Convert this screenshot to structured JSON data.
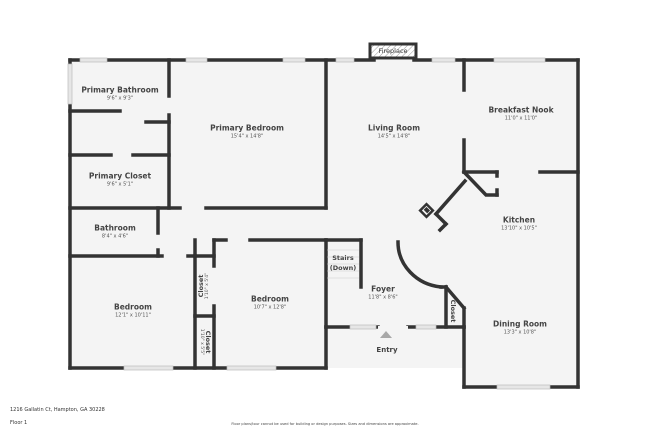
{
  "plan": {
    "floor_label": "Floor 1",
    "address": "1216 Gallatin Ct, Hampton, GA 30228",
    "disclaimer": "Floor plans/tour cannot be used for building or design purposes. Sizes and dimensions are approximate.",
    "colors": {
      "wall": "#333333",
      "floor": "#f4f4f4",
      "window": "#e6e6e6",
      "text": "#444444",
      "arrow": "#a8a8a8"
    }
  },
  "rooms": {
    "primary_bathroom": {
      "name": "Primary Bathroom",
      "dim": "9'6\" x 9'3\""
    },
    "primary_bedroom": {
      "name": "Primary Bedroom",
      "dim": "15'4\" x 14'8\""
    },
    "primary_closet": {
      "name": "Primary Closet",
      "dim": "9'6\" x 5'1\""
    },
    "living_room": {
      "name": "Living Room",
      "dim": "14'5\" x 14'8\""
    },
    "breakfast_nook": {
      "name": "Breakfast Nook",
      "dim": "11'0\" x 11'0\""
    },
    "kitchen": {
      "name": "Kitchen",
      "dim": "13'10\" x 10'5\""
    },
    "bathroom": {
      "name": "Bathroom",
      "dim": "8'4\" x 4'6\""
    },
    "bedroom_1": {
      "name": "Bedroom",
      "dim": "12'1\" x 10'11\""
    },
    "closet_1": {
      "name": "Closet",
      "dim": "1'10\" x 5'4\""
    },
    "closet_2": {
      "name": "Closet",
      "dim": "1'10\" x 5'5\""
    },
    "bedroom_2": {
      "name": "Bedroom",
      "dim": "10'7\" x 12'8\""
    },
    "stairs": {
      "name_line1": "Stairs",
      "name_line2": "(Down)"
    },
    "foyer": {
      "name": "Foyer",
      "dim": "11'8\" x 8'6\""
    },
    "foyer_closet": {
      "name": "Closet"
    },
    "dining_room": {
      "name": "Dining Room",
      "dim": "13'3\" x 10'8\""
    }
  },
  "features": {
    "fireplace": "Fireplace",
    "entry": "Entry"
  }
}
